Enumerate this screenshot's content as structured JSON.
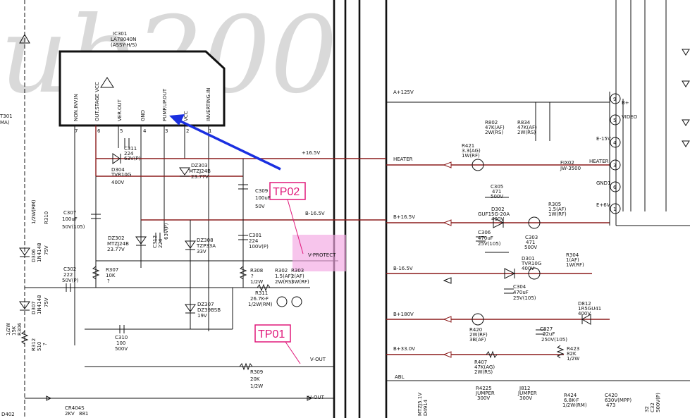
{
  "watermark": "ub200",
  "ic": {
    "ref": "IC301",
    "part": "LA78040N",
    "assy": "(ASSY-H/S)",
    "pins": [
      {
        "num": "7",
        "name": "NON.INV.IN"
      },
      {
        "num": "6",
        "name": "OUT.STAGE VCC"
      },
      {
        "num": "5",
        "name": "VER.OUT"
      },
      {
        "num": "4",
        "name": "GND"
      },
      {
        "num": "3",
        "name": "PUMP.UP.OUT"
      },
      {
        "num": "2",
        "name": "VCC"
      },
      {
        "num": "1",
        "name": "INVERTING.IN"
      }
    ]
  },
  "test_points": [
    {
      "label": "TP02"
    },
    {
      "label": "TP01"
    }
  ],
  "nets": {
    "p16v": "+16.5V",
    "b16v_minus": "B-16.5V",
    "v_protect": "V-PROTECT",
    "v_out": "V-OUT",
    "h_out": "H-OUT",
    "a125": "A+125V",
    "heater": "HEATER",
    "bp16": "B+16.5V",
    "bm16": "B-16.5V",
    "b180": "B+180V",
    "b33": "B+33.0V",
    "abl": "ABL"
  },
  "left_parts": {
    "t301": [
      "T301",
      "MA)"
    ],
    "c311": [
      "C311",
      "224",
      "63V(P)"
    ],
    "d304": [
      "D304",
      "TVR10G",
      "400V"
    ],
    "dz303": [
      "DZ303",
      "MTZJ24B",
      "23.77V"
    ],
    "c309": [
      "C309",
      "100uF",
      "50V"
    ],
    "c307": [
      "C307",
      "100uF",
      "50V(105)"
    ],
    "dz302": [
      "DZ302",
      "MTZJ24B",
      "23.77V"
    ],
    "c312": [
      "C312",
      "224",
      "63V(P)"
    ],
    "dz308": [
      "DZ308",
      "TZP33A",
      "33V"
    ],
    "c301": [
      "C301",
      "224",
      "100V(P)"
    ],
    "r310": [
      "1/2W(RM)",
      "R310"
    ],
    "d306": [
      "D306",
      "1N4148",
      "75V"
    ],
    "c302": [
      "C302",
      "222",
      "50V(P)"
    ],
    "r307": [
      "R307",
      "10K",
      "?"
    ],
    "r308": [
      "R308",
      "?",
      "1/2W"
    ],
    "r302": [
      "R302",
      "1.5(AF)",
      "2W(RS)"
    ],
    "r303": [
      "R303",
      "2(AF)",
      "3W(RF)"
    ],
    "r311": [
      "R311",
      "26.7K-F",
      "1/2W(RM)"
    ],
    "d307": [
      "D307",
      "1N4148",
      "75V"
    ],
    "dz307": [
      "DZ307",
      "DZ39BSB",
      "19V"
    ],
    "r312": [
      "R312",
      "510",
      "?"
    ],
    "c310": [
      "C310",
      "100",
      "500V"
    ],
    "r309": [
      "R309",
      "20K",
      "1/2W"
    ],
    "r306": [
      "1/2W",
      "15K",
      "R306"
    ],
    "d402": [
      "D402"
    ],
    "cr404": [
      "CR404S",
      "2KV",
      "881"
    ]
  },
  "right_parts": {
    "r802": [
      "R802",
      "47K(AF)",
      "2W(RS)"
    ],
    "r834": [
      "R834",
      "47K(AF)",
      "2W(RS)"
    ],
    "r421": [
      "R421",
      "3.3(AG)",
      "1W(RF)"
    ],
    "fix02": [
      "FIX02",
      "JW-3500"
    ],
    "c305": [
      "C305",
      "471",
      "500V"
    ],
    "d302": [
      "D302",
      "GUF15G-20A",
      "400V"
    ],
    "r305": [
      "R305",
      "1.5(AF)",
      "1W(RF)"
    ],
    "c306": [
      "C306",
      "470uF",
      "25V(105)"
    ],
    "c303": [
      "C303",
      "471",
      "500V"
    ],
    "d301": [
      "D301",
      "TVR10G",
      "400V"
    ],
    "r304": [
      "R304",
      "1(AF)",
      "1W(RF)"
    ],
    "c304": [
      "C304",
      "470uF",
      "25V(105)"
    ],
    "d812": [
      "D812",
      "1R5GU41",
      "400V"
    ],
    "r420": [
      "R420",
      "2W(RF)",
      "3B(AF)"
    ],
    "c827": [
      "C827",
      "22uF",
      "250V(105)"
    ],
    "r423": [
      "R423",
      "82K",
      "1/2W"
    ],
    "r407": [
      "R407",
      "47K(AG)",
      "2W(RS)"
    ],
    "mtz": [
      "MTZJ5.1V",
      "D4914"
    ],
    "r4225": [
      "R4225",
      "JUMPER",
      "300V"
    ],
    "j812": [
      "J812",
      "JUMPER",
      "300V"
    ],
    "r424": [
      "R424",
      "6.8K-F",
      "1/2W(RM)"
    ],
    "c420": [
      "C420",
      "630V(MPP)",
      "473"
    ],
    "c32": [
      "32",
      "500V(P)",
      "C32"
    ]
  },
  "connector": {
    "pins": [
      {
        "num": "9",
        "name": "B+"
      },
      {
        "num": "5",
        "name": "VIDEO"
      },
      {
        "num": "4",
        "name": "E-15V"
      },
      {
        "num": "3",
        "name": "HEATER"
      },
      {
        "num": "6",
        "name": "GND1"
      },
      {
        "num": "1",
        "name": "E+6V"
      }
    ]
  }
}
